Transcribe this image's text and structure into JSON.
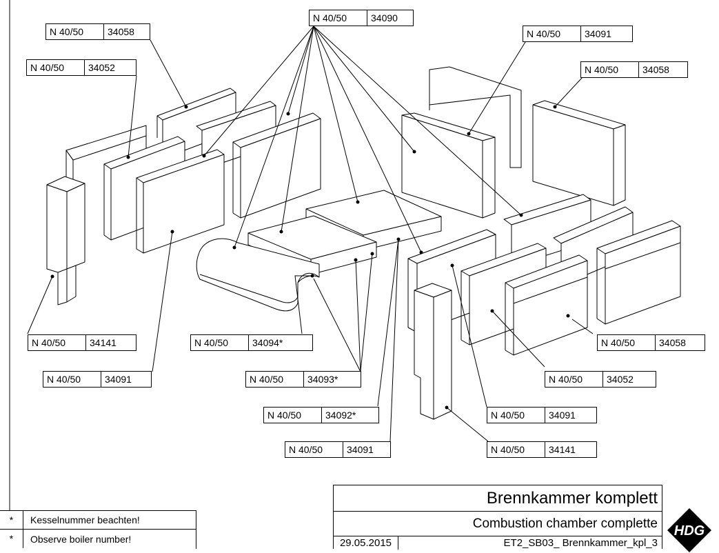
{
  "callouts": [
    {
      "id": "c_top_34090",
      "material": "N 40/50",
      "part": "34090"
    },
    {
      "id": "c_34058_a",
      "material": "N 40/50",
      "part": "34058"
    },
    {
      "id": "c_34052_a",
      "material": "N 40/50",
      "part": "34052"
    },
    {
      "id": "c_34091_a",
      "material": "N 40/50",
      "part": "34091"
    },
    {
      "id": "c_34058_b",
      "material": "N 40/50",
      "part": "34058"
    },
    {
      "id": "c_34141_a",
      "material": "N 40/50",
      "part": "34141"
    },
    {
      "id": "c_34094",
      "material": "N 40/50",
      "part": "34094*"
    },
    {
      "id": "c_34058_c",
      "material": "N 40/50",
      "part": "34058"
    },
    {
      "id": "c_34091_b",
      "material": "N 40/50",
      "part": "34091"
    },
    {
      "id": "c_34093",
      "material": "N 40/50",
      "part": "34093*"
    },
    {
      "id": "c_34052_b",
      "material": "N 40/50",
      "part": "34052"
    },
    {
      "id": "c_34092",
      "material": "N 40/50",
      "part": "34092*"
    },
    {
      "id": "c_34091_c",
      "material": "N 40/50",
      "part": "34091"
    },
    {
      "id": "c_34091_d",
      "material": "N 40/50",
      "part": "34091"
    },
    {
      "id": "c_34141_b",
      "material": "N 40/50",
      "part": "34141"
    }
  ],
  "title_block": {
    "title": "Brennkammer komplett",
    "subtitle": "Combustion chamber complette",
    "date": "29.05.2015",
    "drawing_code": "ET2_SB03_ Brennkammer_kpl_3"
  },
  "notes": [
    {
      "marker": "*",
      "text": "Kesselnummer beachten!"
    },
    {
      "marker": "*",
      "text": "Observe boiler number!"
    }
  ],
  "logo": {
    "text": "HDG"
  }
}
